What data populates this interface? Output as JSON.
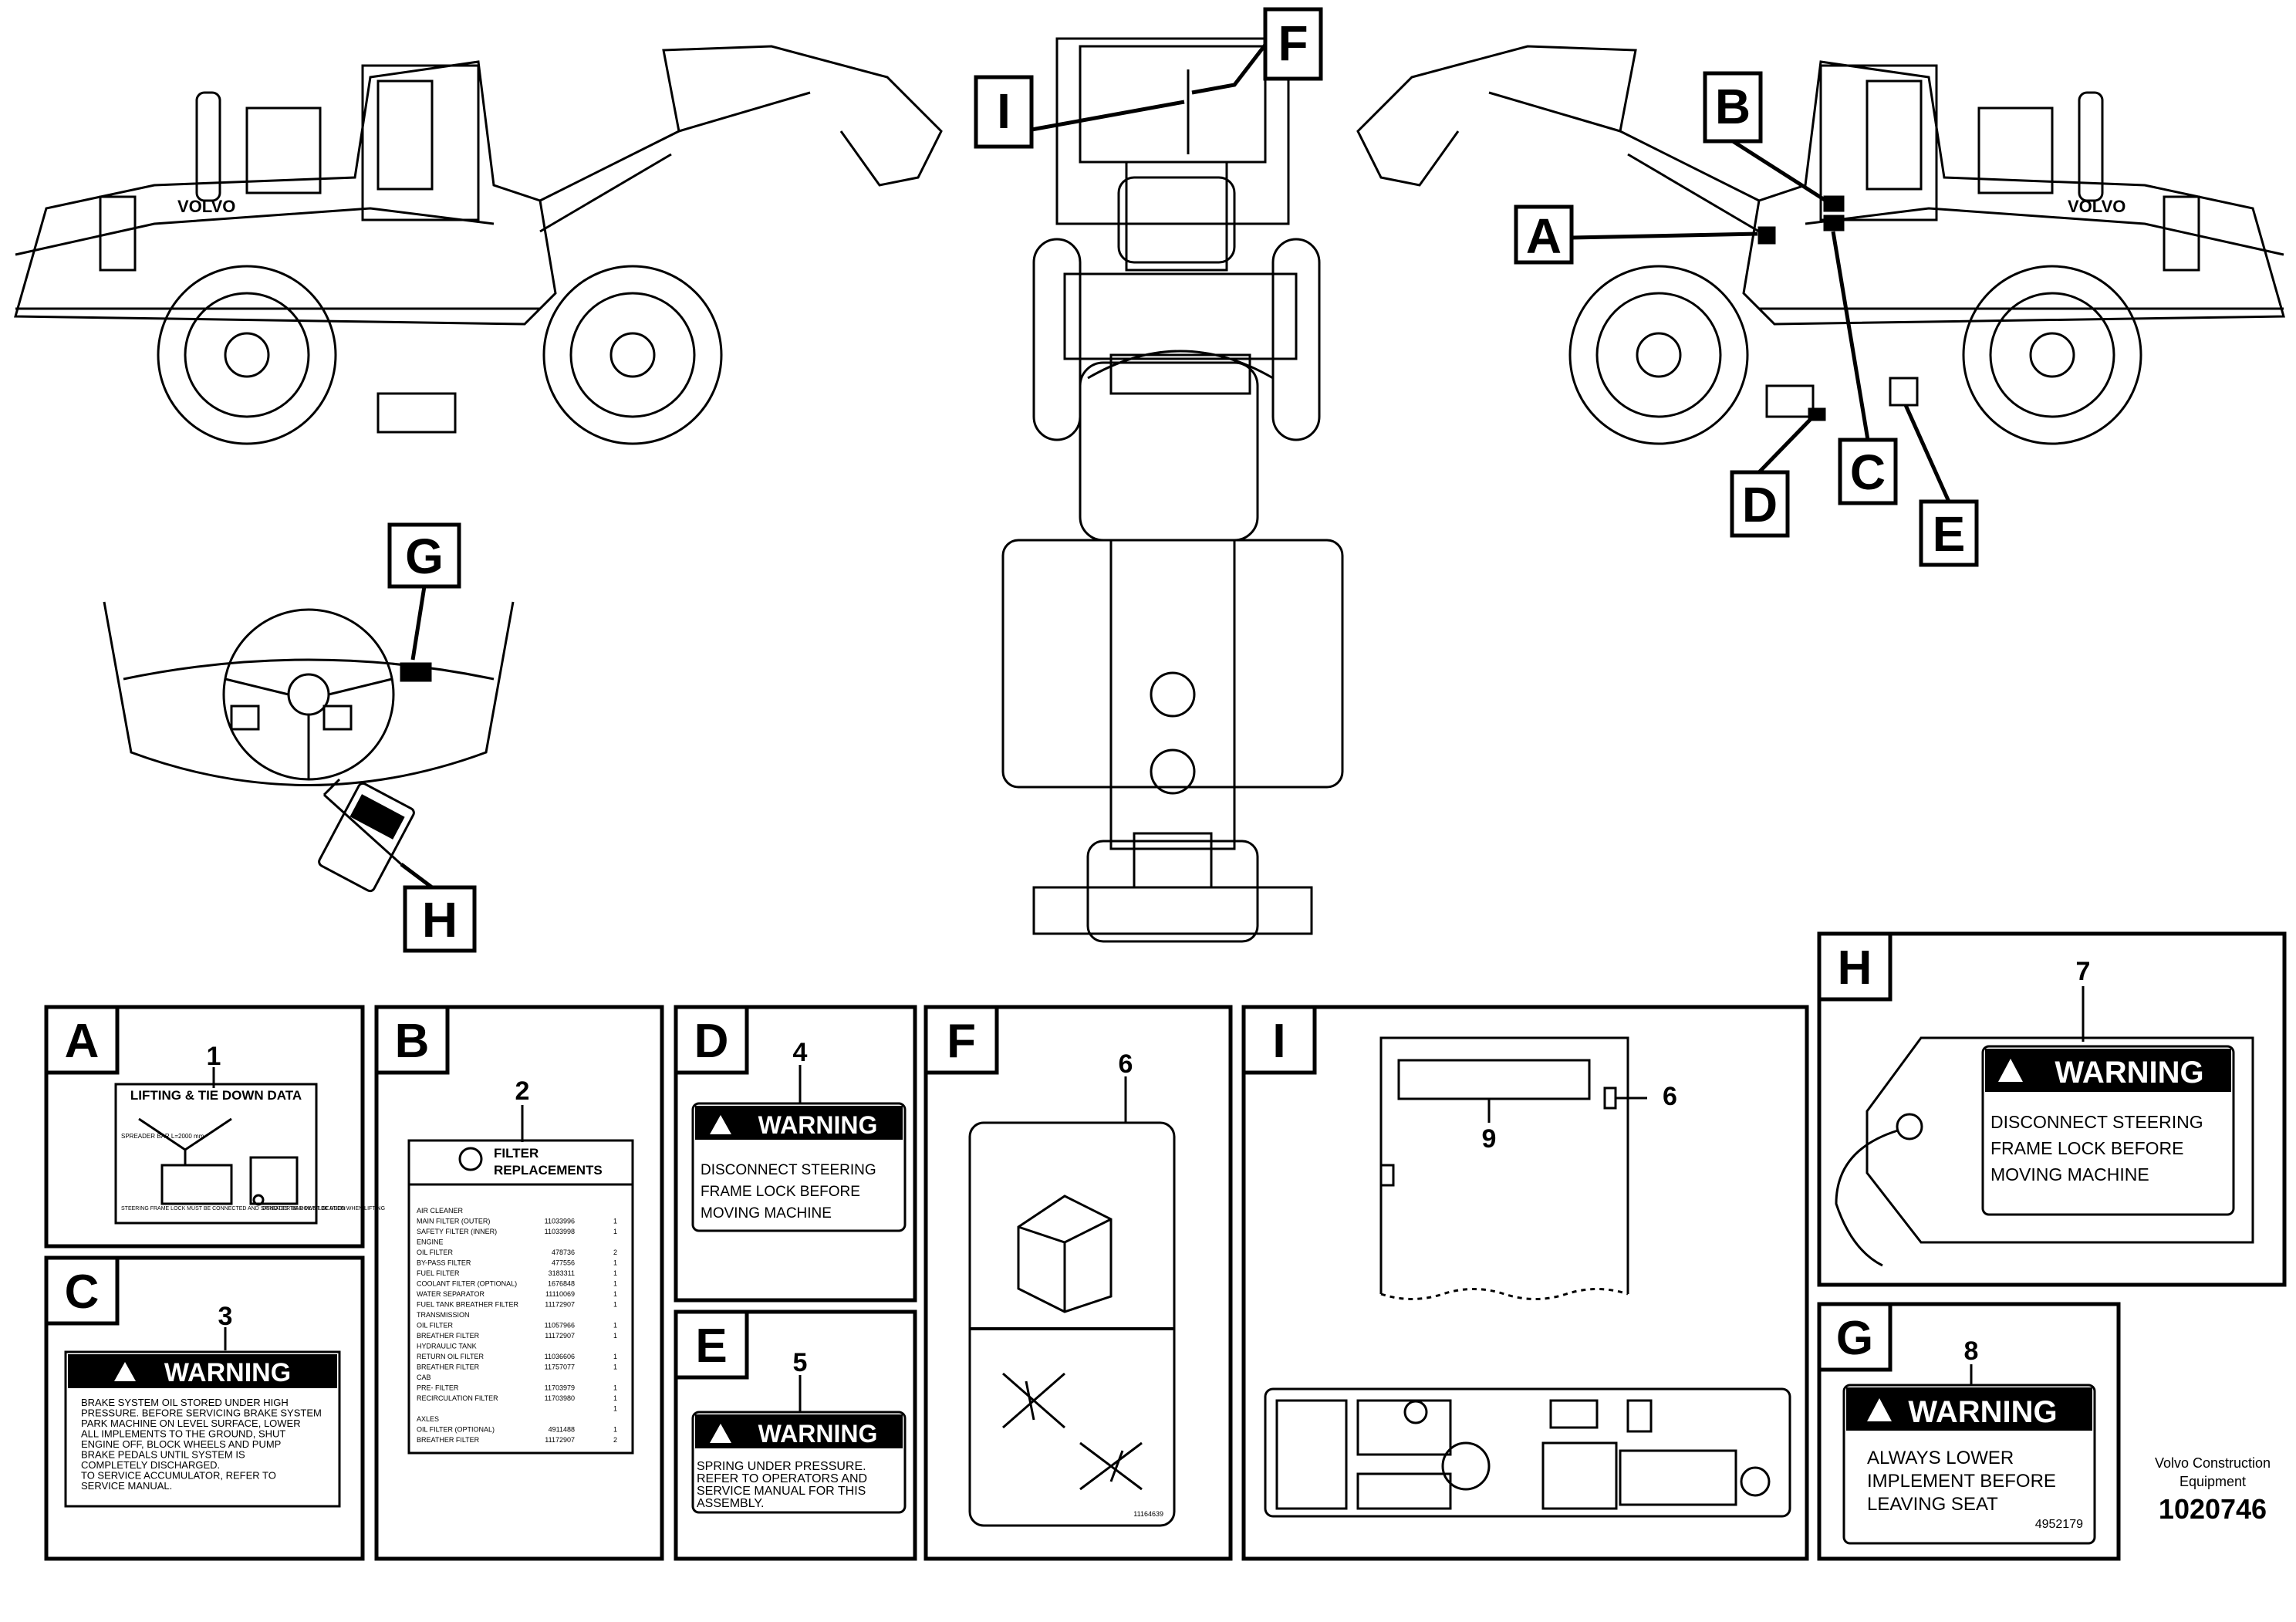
{
  "callouts": {
    "A": "A",
    "B": "B",
    "C": "C",
    "D": "D",
    "E": "E",
    "F": "F",
    "G": "G",
    "H": "H",
    "I": "I"
  },
  "brand": "VOLVO",
  "panels": {
    "A": {
      "letter": "A",
      "item": "1",
      "title": "LIFTING & TIE DOWN DATA",
      "spreader": "SPREADER BAR L=2000 mm",
      "note": "STEERING FRAME LOCK MUST BE CONNECTED AND SPREADER BAR MUST BE USED WHEN LIFTING",
      "legend": "DENOTES TIE DOWN LOCATION"
    },
    "B": {
      "letter": "B",
      "item": "2",
      "title1": "FILTER",
      "title2": "REPLACEMENTS",
      "rows": [
        {
          "t": "AIR CLEANER",
          "n": "",
          "q": ""
        },
        {
          "t": "MAIN FILTER (OUTER)",
          "n": "11033996",
          "q": "1"
        },
        {
          "t": "SAFETY FILTER (INNER)",
          "n": "11033998",
          "q": "1"
        },
        {
          "t": "ENGINE",
          "n": "",
          "q": ""
        },
        {
          "t": "OIL FILTER",
          "n": "478736",
          "q": "2"
        },
        {
          "t": "BY-PASS FILTER",
          "n": "477556",
          "q": "1"
        },
        {
          "t": "FUEL FILTER",
          "n": "3183311",
          "q": "1"
        },
        {
          "t": "COOLANT FILTER (OPTIONAL)",
          "n": "1676848",
          "q": "1"
        },
        {
          "t": "WATER SEPARATOR",
          "n": "11110069",
          "q": "1"
        },
        {
          "t": "FUEL TANK BREATHER FILTER",
          "n": "11172907",
          "q": "1"
        },
        {
          "t": "TRANSMISSION",
          "n": "",
          "q": ""
        },
        {
          "t": "OIL FILTER",
          "n": "11057966",
          "q": "1"
        },
        {
          "t": "BREATHER FILTER",
          "n": "11172907",
          "q": "1"
        },
        {
          "t": "HYDRAULIC TANK",
          "n": "",
          "q": ""
        },
        {
          "t": "RETURN OIL FILTER",
          "n": "11036606",
          "q": "1"
        },
        {
          "t": "BREATHER FILTER",
          "n": "11757077",
          "q": "1"
        },
        {
          "t": "CAB",
          "n": "",
          "q": ""
        },
        {
          "t": "PRE- FILTER",
          "n": "11703979",
          "q": "1"
        },
        {
          "t": "RECIRCULATION FILTER",
          "n": "11703980",
          "q": "1"
        },
        {
          "t": "",
          "n": "",
          "q": "1"
        },
        {
          "t": "AXLES",
          "n": "",
          "q": ""
        },
        {
          "t": "OIL FILTER (OPTIONAL)",
          "n": "4911488",
          "q": "1"
        },
        {
          "t": "BREATHER FILTER",
          "n": "11172907",
          "q": "2"
        }
      ]
    },
    "C": {
      "letter": "C",
      "item": "3",
      "header": "WARNING",
      "lines": [
        "BRAKE SYSTEM OIL STORED UNDER HIGH",
        "PRESSURE. BEFORE SERVICING BRAKE SYSTEM",
        "PARK MACHINE ON LEVEL SURFACE, LOWER",
        "ALL IMPLEMENTS TO THE GROUND, SHUT",
        "ENGINE OFF, BLOCK WHEELS AND PUMP",
        "BRAKE PEDALS UNTIL SYSTEM IS",
        "COMPLETELY DISCHARGED.",
        "TO SERVICE ACCUMULATOR, REFER TO",
        "SERVICE MANUAL."
      ]
    },
    "D": {
      "letter": "D",
      "item": "4",
      "header": "WARNING",
      "lines": [
        "DISCONNECT STEERING",
        "FRAME LOCK BEFORE",
        "MOVING MACHINE"
      ]
    },
    "E": {
      "letter": "E",
      "item": "5",
      "header": "WARNING",
      "lines": [
        "SPRING UNDER PRESSURE.",
        "REFER TO OPERATORS AND",
        "SERVICE MANUAL FOR THIS",
        "ASSEMBLY."
      ]
    },
    "F": {
      "letter": "F",
      "item": "6",
      "partno": "11164639"
    },
    "I": {
      "letter": "I",
      "item_a": "6",
      "item_b": "9"
    },
    "H": {
      "letter": "H",
      "item": "7",
      "header": "WARNING",
      "lines": [
        "DISCONNECT STEERING",
        "FRAME LOCK BEFORE",
        "MOVING MACHINE"
      ]
    },
    "G": {
      "letter": "G",
      "item": "8",
      "header": "WARNING",
      "lines": [
        "ALWAYS LOWER",
        "IMPLEMENT BEFORE",
        "LEAVING SEAT"
      ],
      "partno": "4952179"
    }
  },
  "footer": {
    "company1": "Volvo Construction",
    "company2": "Equipment",
    "ref": "1020746"
  }
}
